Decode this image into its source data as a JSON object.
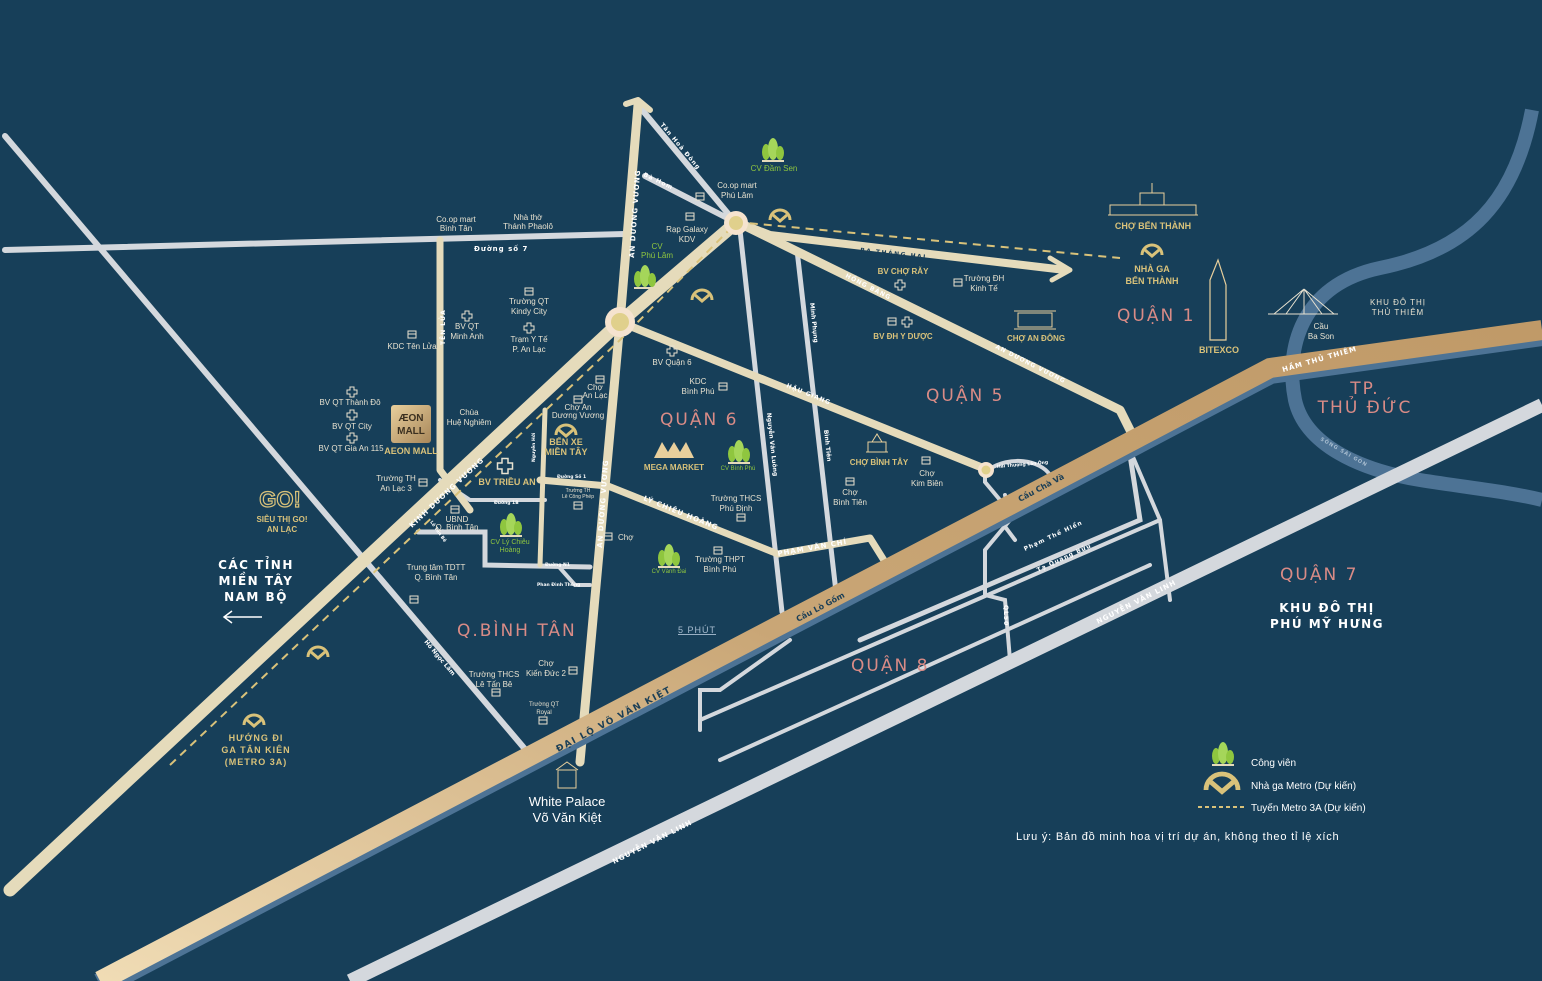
{
  "colors": {
    "background": "#173f59",
    "main_road": "#e5dbbb",
    "minor_road": "#d4d8dd",
    "highway": "#c9a676",
    "river": "#4d7395",
    "district": "#d98b86",
    "gold": "#d9c27a",
    "park": "#8fc63f"
  },
  "roads": {
    "kinh_duong_vuong": "KINH DƯƠNG VƯƠNG",
    "an_duong_vuong": "AN DƯƠNG VƯƠNG",
    "an_duong_vuong_2": "AN DƯƠNG VƯƠNG",
    "an_duong_vuong_3": "AN DƯƠNG VƯƠNG",
    "tan_hoa_dong": "Tân Hoà Đông",
    "ba_hom": "Bà Hom",
    "duong_so_7": "Đường số 7",
    "ten_lua": "TÊN LỬA",
    "ba_thang_hai": "BA THÁNG HAI",
    "hong_bang": "HỒNG BÀNG",
    "hau_giang": "HẬU GIANG",
    "minh_phung": "Minh Phụng",
    "nguyen_van_luong": "Nguyễn Văn Luông",
    "binh_tien": "Bình Tiên",
    "ly_chieu_hoang": "LÝ CHIÊU HOÀNG",
    "pham_van_chi": "PHẠM VĂN CHÍ",
    "vo_van_kiet": "ĐẠI LỘ VÕ VĂN KIỆT",
    "nguyen_van_linh": "NGUYỄN VĂN LINH",
    "nguyen_van_linh_2": "NGUYỄN VĂN LINH",
    "ham_thu_thiem": "HẦM THỦ THIÊM",
    "ho_ngoc_lam": "Hồ Ngọc Lãm",
    "cau_cha_va": "Cầu Chà Và",
    "cau_lo_gom": "Cầu Lò Gốm",
    "pham_the_hien": "Phạm Thế Hiển",
    "ta_quang_buu": "Tạ Quang Bửu",
    "ql50": "QL50",
    "hai_thuong_lan_ong": "Hải Thượng Lãn Ông",
    "nguyen_hoi": "Nguyễn Hới",
    "duong_so_1": "Đường Số 1",
    "duong_1b": "Đường 1B",
    "duong_n1": "Đường N1",
    "phan_dinh_thong": "Phan Đình Thông",
    "le_tan_be_road": "Lê Tấn Bê",
    "song_sai_gon": "SÔNG SÀI GÒN"
  },
  "districts": {
    "q1": "QUẬN 1",
    "q5": "QUẬN 5",
    "q6": "QUẬN 6",
    "q7": "QUẬN 7",
    "q8": "QUẬN 8",
    "binh_tan": "Q.BÌNH TÂN",
    "thu_duc_1": "TP.",
    "thu_duc_2": "THỦ ĐỨC"
  },
  "places": [
    "Co.op mart",
    "Bình Tân",
    "Nhà thờ",
    "Thánh Phaolô",
    "Trường QT",
    "Kindy City",
    "BV QT",
    "Minh Anh",
    "Trạm Y Tế",
    "P. An Lạc",
    "KDC Tên Lửa",
    "BV QT Thành Đô",
    "BV QT City",
    "BV QT Gia An 115",
    "Chùa",
    "Huệ Nghiêm",
    "Chợ",
    "An Lạc",
    "Chợ An",
    "Dương Vương",
    "Trường TH",
    "An Lạc 3",
    "UBND",
    "Q. Bình Tân",
    "Trung tâm TDTT",
    "Q. Bình Tân",
    "Trường TH",
    "Lê Công Phép",
    "Chợ",
    "Co.op mart",
    "Phú Lâm",
    "Rạp Galaxy",
    "KDV",
    "BV Quận 6",
    "KDC",
    "Bình Phú",
    "Trường ĐH",
    "Kinh Tế",
    "Chợ",
    "Kim Biên",
    "Chợ",
    "Bình Tiên",
    "Trường  THCS",
    "Phú Định",
    "Trường THPT",
    "Bình Phú",
    "Chợ",
    "Kiến Đức 2",
    "Trường QT",
    "Royal",
    "Trường THCS",
    "Lê Tấn Bê"
  ],
  "gold_places": {
    "aeon": "AEON MALL",
    "aeon_logo_1": "ÆON",
    "aeon_logo_2": "MALL",
    "go_1": "SIÊU THỊ GO!",
    "go_2": "AN LẠC",
    "go_logo": "GO!",
    "ben_xe_1": "BẾN XE",
    "ben_xe_2": "MIỀN TÂY",
    "bv_trieu_an": "BV TRIỀU AN",
    "mega": "MEGA MARKET",
    "bv_cho_ray": "BV CHỢ RẪY",
    "bv_dh_y_duoc": "BV ĐH Y DƯỢC",
    "cho_an_dong": "CHỢ AN ĐÔNG",
    "cho_binh_tay": "CHỢ BÌNH TÂY",
    "cho_ben_thanh": "CHỢ BẾN THÀNH",
    "nha_ga_1": "NHÀ GA",
    "nha_ga_2": "BẾN THÀNH",
    "bitexco": "BITEXCO",
    "tan_kien_1": "HƯỚNG ĐI",
    "tan_kien_2": "GA TÂN KIÊN",
    "tan_kien_3": "(METRO 3A)"
  },
  "parks": {
    "dam_sen": "CV Đầm Sen",
    "phu_lam_1": "CV",
    "phu_lam_2": "Phú Lâm",
    "ly_chieu_hoang_1": "CV Lý Chiêu",
    "ly_chieu_hoang_2": "Hoàng",
    "binh_phu": "CV Bình Phú",
    "vanh_dai": "CV Vành Đai"
  },
  "other": {
    "mien_tay_1": "CÁC TỈNH",
    "mien_tay_2": "MIỀN TÂY",
    "mien_tay_3": "NAM BỘ",
    "cau_ba_son_1": "Cầu",
    "cau_ba_son_2": "Ba Son",
    "thu_thiem_1": "KHU ĐÔ THỊ",
    "thu_thiem_2": "THỦ THIÊM",
    "phu_my_hung_1": "KHU ĐÔ THỊ",
    "phu_my_hung_2": "PHÚ MỸ HƯNG",
    "five_min": "5 PHÚT",
    "project_1": "White Palace",
    "project_2": "Võ Văn Kiệt"
  },
  "legend": {
    "park": "Công viên",
    "metro_station": "Nhà ga Metro (Dự kiến)",
    "metro_line": "Tuyến Metro 3A (Dự kiến)",
    "note": "Lưu ý: Bản đồ minh hoa vị trí dự án, không theo tỉ lệ xích"
  }
}
